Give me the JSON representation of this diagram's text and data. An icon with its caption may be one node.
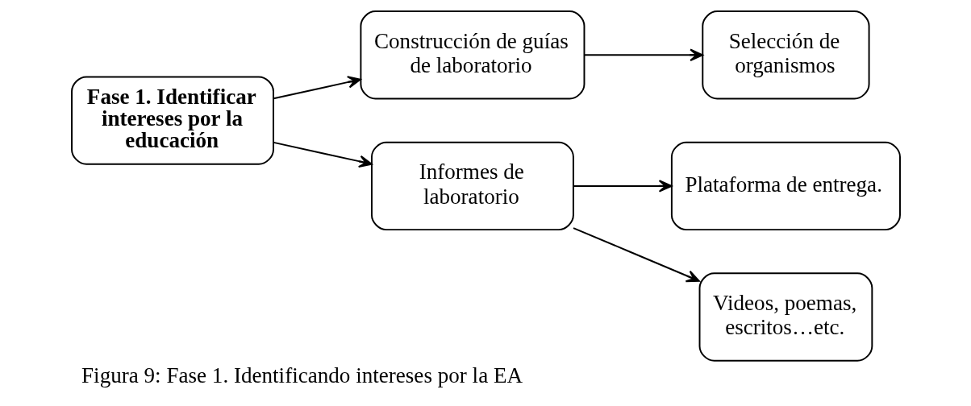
{
  "diagram": {
    "caption": "Figura 9: Fase 1. Identificando intereses por la EA",
    "nodes": [
      {
        "text": [
          "Fase 1. Identificar intereses por la educación"
        ]
      },
      {
        "text": [
          "Construcción de guías de laboratorio"
        ]
      },
      {
        "text": [
          "Informes de laboratorio"
        ]
      },
      {
        "text": [
          "Selección de organismos"
        ]
      },
      {
        "text": [
          "Plataforma de entrega."
        ]
      },
      {
        "text": [
          "Videos, poemas, escritos…etc."
        ]
      }
    ],
    "edges": [
      {
        "from": 0,
        "to": 1,
        "arrow": "to"
      },
      {
        "from": 0,
        "to": 2,
        "arrow": "to"
      },
      {
        "from": 1,
        "to": 3,
        "arrow": "to"
      },
      {
        "from": 2,
        "to": 4,
        "arrow": "to"
      },
      {
        "from": 2,
        "to": 5,
        "arrow": "to"
      }
    ]
  }
}
